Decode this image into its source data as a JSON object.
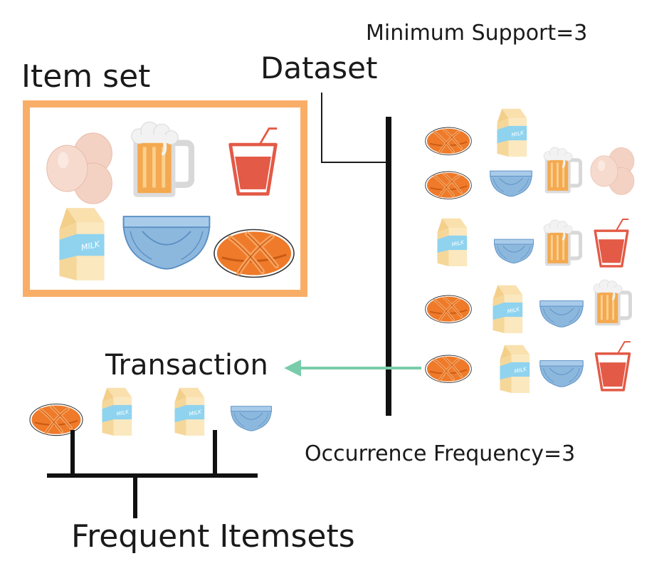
{
  "labels": {
    "min_support": "Minimum Support=3",
    "item_set": "Item set",
    "dataset": "Dataset",
    "transaction": "Transaction",
    "occurrence": "Occurrence Frequency=3",
    "frequent_itemsets": "Frequent Itemsets"
  },
  "milk_label": "MILK",
  "colors": {
    "item_set_border": "#f9ae67",
    "bread": "#ee7a2a",
    "bread_dark": "#c95a13",
    "milk_stripe": "#8fd3ef",
    "diaper": "#8db8de",
    "beer": "#f4a950",
    "juice": "#e35a46",
    "egg": "#f3d2c4",
    "arrow": "#79ccaa"
  },
  "icons": {
    "item_set": [
      "egg-icon",
      "beer-icon",
      "juice-icon",
      "milk-icon",
      "diaper-icon",
      "bread-icon"
    ],
    "transactions": [
      [
        "bread-icon",
        "milk-icon"
      ],
      [
        "bread-icon",
        "diaper-icon",
        "beer-icon",
        "egg-icon"
      ],
      [
        "milk-icon",
        "diaper-icon",
        "beer-icon",
        "juice-icon"
      ],
      [
        "bread-icon",
        "milk-icon",
        "diaper-icon",
        "beer-icon"
      ],
      [
        "bread-icon",
        "milk-icon",
        "diaper-icon",
        "juice-icon"
      ]
    ],
    "frequent_itemsets": [
      [
        "bread-icon",
        "milk-icon"
      ],
      [
        "milk-icon",
        "diaper-icon"
      ]
    ]
  }
}
